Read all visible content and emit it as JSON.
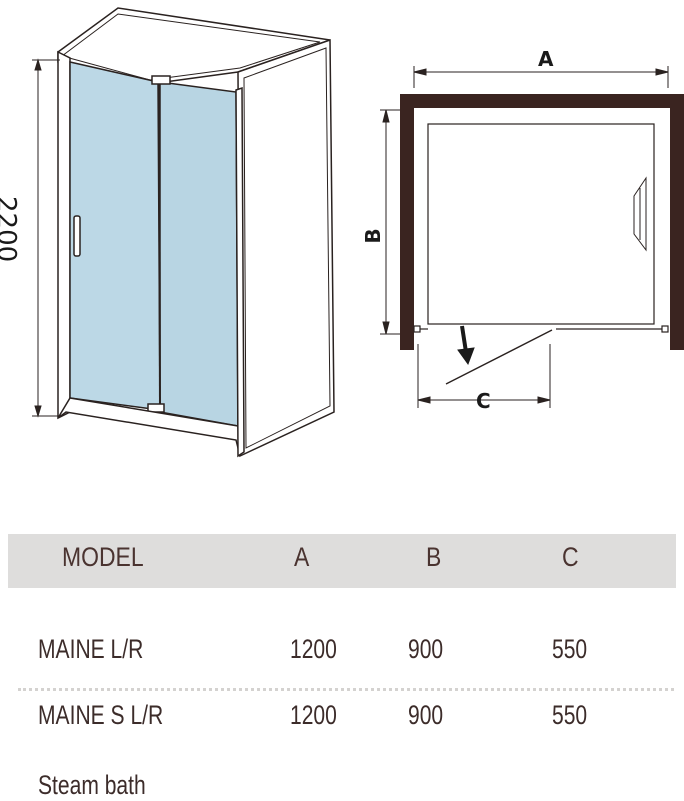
{
  "diagram": {
    "height_label": "2200",
    "dim_a_label": "A",
    "dim_b_label": "B",
    "dim_c_label": "C"
  },
  "table": {
    "headers": [
      "MODEL",
      "A",
      "B",
      "C"
    ],
    "rows": [
      {
        "model": "MAINE L/R",
        "a": "1200",
        "b": "900",
        "c": "550"
      },
      {
        "model": "MAINE S L/R",
        "a": "1200",
        "b": "900",
        "c": "550"
      }
    ],
    "note": "Steam bath"
  },
  "colors": {
    "glass": "#bcd8e6",
    "frame": "#3a2420",
    "header_bg": "#dedddc",
    "text": "#3c2c2a"
  }
}
